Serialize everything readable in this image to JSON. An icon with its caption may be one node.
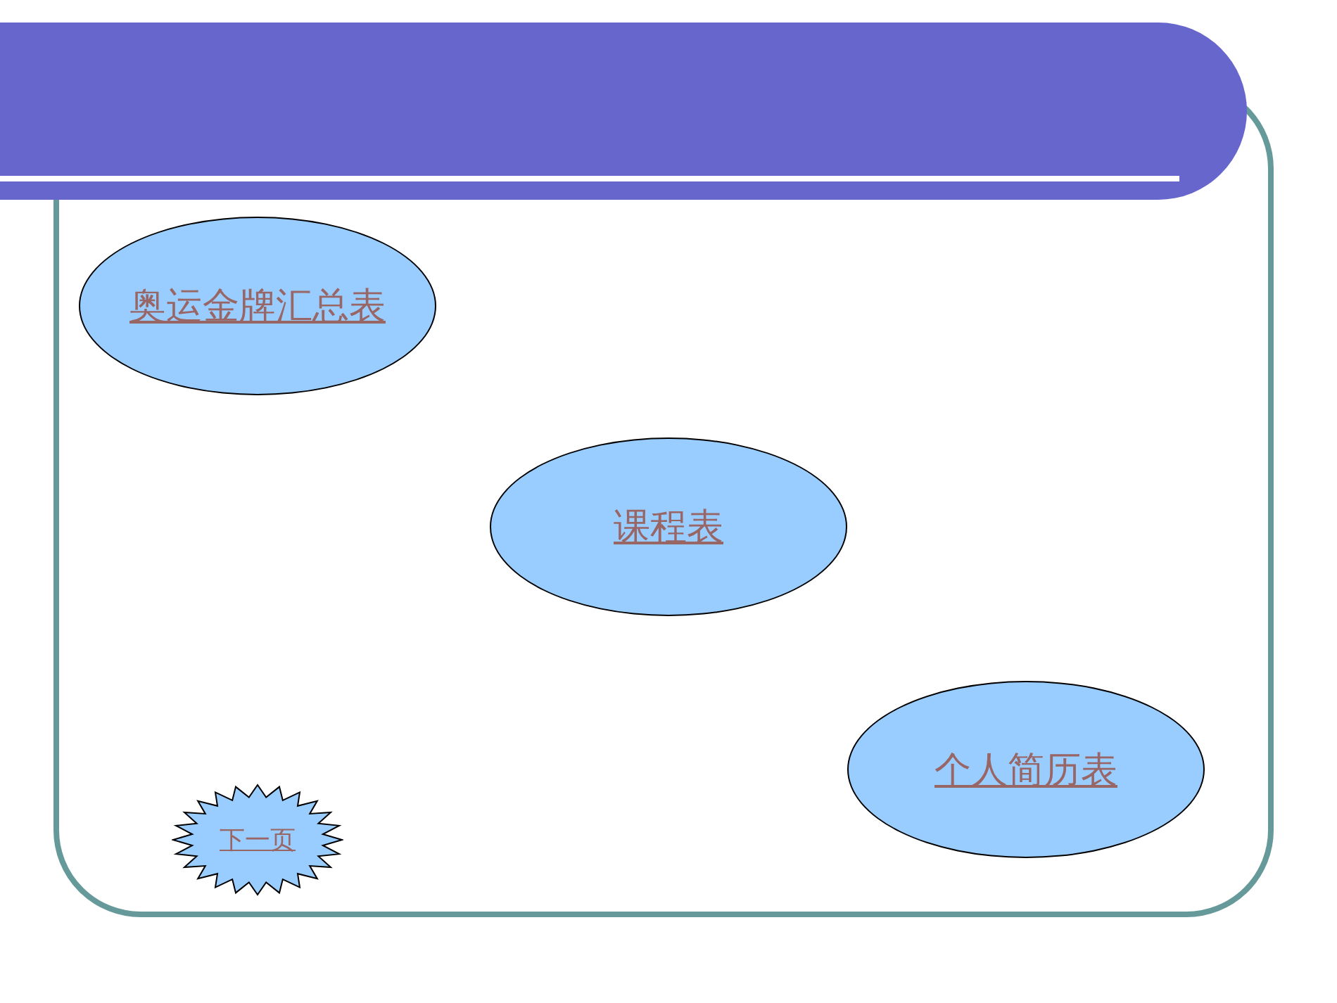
{
  "diagram": {
    "nodes": [
      {
        "text": [
          "奥运金牌汇总表"
        ]
      },
      {
        "text": [
          "课程表"
        ]
      },
      {
        "text": [
          "个人简历表"
        ]
      },
      {
        "text": [
          "下一页"
        ]
      }
    ]
  }
}
